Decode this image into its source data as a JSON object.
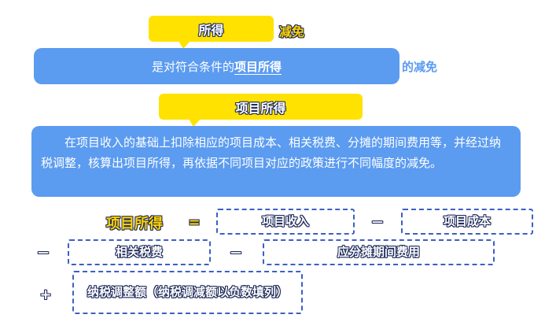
{
  "title_callout": {
    "label": "所得"
  },
  "title_suffix": "减免",
  "definition": {
    "prefix": "是对符合条件的",
    "term": "项目所得",
    "suffix": "的减免"
  },
  "sub_callout": {
    "label": "项目所得"
  },
  "explanation": "在项目收入的基础上扣除相应的项目成本、相关税费、分摊的期间费用等，并经过纳税调整，核算出项目所得，再依据不同项目对应的政策进行不同幅度的减免。",
  "formula": {
    "result": "项目所得",
    "equals": "=",
    "income": "项目收入",
    "minus1": "—",
    "cost": "项目成本",
    "minus2": "—",
    "taxes": "相关税费",
    "minus3": "—",
    "expenses": "应分摊期间费用",
    "plus": "+",
    "adjustment": "纳税调整额（纳税调减额以负数填列）"
  },
  "colors": {
    "yellow": "#FFE200",
    "blue": "#5B9BF0",
    "dash_border": "#3D5FC4",
    "outline": "#1E2A5A"
  }
}
